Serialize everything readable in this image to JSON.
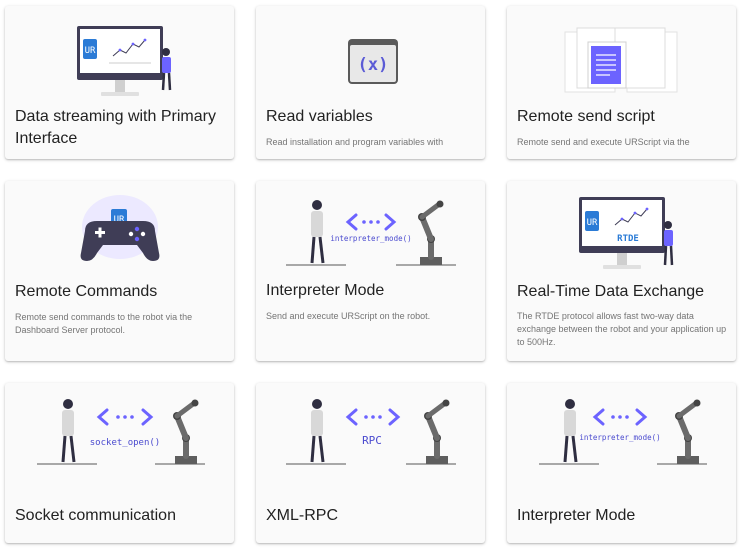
{
  "cards": [
    {
      "title": "Data streaming with Primary Interface",
      "desc": "",
      "illus": "monitor-chart"
    },
    {
      "title": "Read variables",
      "desc": "Read installation and program variables with",
      "illus": "variable"
    },
    {
      "title": "Remote send script",
      "desc": "Remote send and execute URScript via the",
      "illus": "documents"
    },
    {
      "title": "Remote Commands",
      "desc": "Remote send commands to the robot via the Dashboard Server protocol.",
      "illus": "gamepad"
    },
    {
      "title": "Interpreter Mode",
      "desc": "Send and execute URScript on the robot.",
      "illus": "person-robot",
      "arrow_label": "interpreter_mode()"
    },
    {
      "title": "Real-Time Data Exchange",
      "desc": "The RTDE protocol allows fast two-way data exchange between the robot and your application up to 500Hz.",
      "illus": "monitor-rtde",
      "screen_label": "RTDE"
    },
    {
      "title": "Socket communication",
      "desc": "",
      "illus": "person-robot",
      "arrow_label": "socket_open()"
    },
    {
      "title": "XML-RPC",
      "desc": "",
      "illus": "person-robot",
      "arrow_label": "RPC"
    },
    {
      "title": "Interpreter Mode",
      "desc": "",
      "illus": "person-robot",
      "arrow_label": "interpreter_mode()"
    }
  ],
  "logo_text": "UR",
  "variable_symbol": "(x)",
  "colors": {
    "accent": "#6c63ff",
    "robot": "#6b6b6b",
    "text": "#222222",
    "desc": "#757575",
    "card": "#fafafa"
  }
}
